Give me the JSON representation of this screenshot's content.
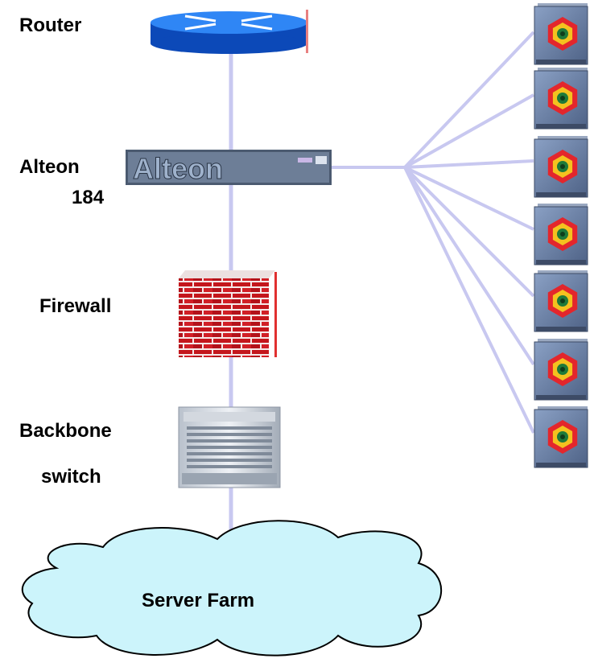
{
  "labels": {
    "router": "Router",
    "alteon_line1": "Alteon",
    "alteon_line2": "184",
    "firewall": "Firewall",
    "backbone_line1": "Backbone",
    "backbone_line2": "switch",
    "server_farm": "Server Farm"
  },
  "device_wordmark": "Alteon",
  "colors": {
    "link": "#c8c8f0",
    "router_top": "#2f86f5",
    "router_side": "#0c49b8",
    "cloud_fill": "#ccf4fb",
    "brick": "#c4161c",
    "mortar": "#f5e8e8",
    "server_case": "#6f86ad",
    "hex_outer": "#e3262c",
    "hex_ring": "#f4c21f",
    "hex_inner": "#1f7a3a",
    "accent_red": "#e03030"
  },
  "icons": {
    "router": "router-icon",
    "load_balancer": "alteon-switch-icon",
    "firewall": "brick-firewall-icon",
    "backbone": "chassis-switch-icon",
    "server": "server-icon",
    "cloud": "cloud-icon"
  },
  "servers_count_visible": 7
}
